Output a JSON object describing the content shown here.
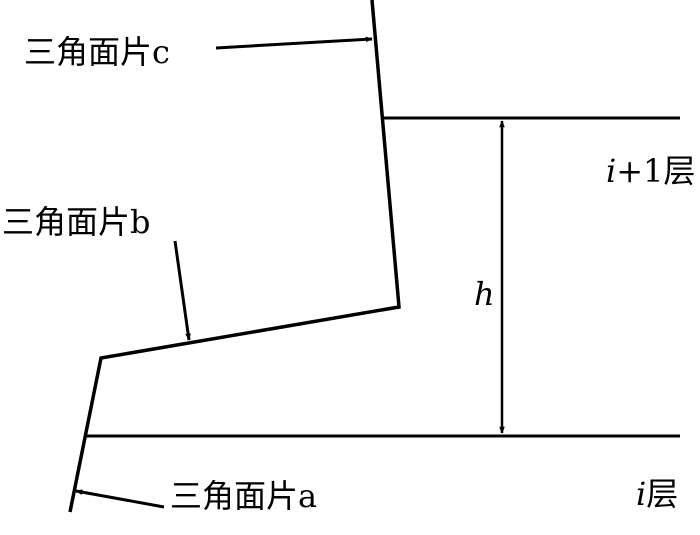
{
  "labels": {
    "facet_c": "三角面片c",
    "facet_b": "三角面片b",
    "facet_a": "三角面片a",
    "upper_layer_var": "i",
    "upper_layer_rest": "+1层",
    "lower_layer_var": "i",
    "lower_layer_rest": "层",
    "height": "h"
  },
  "colors": {
    "stroke": "#000000",
    "background": "#ffffff"
  }
}
